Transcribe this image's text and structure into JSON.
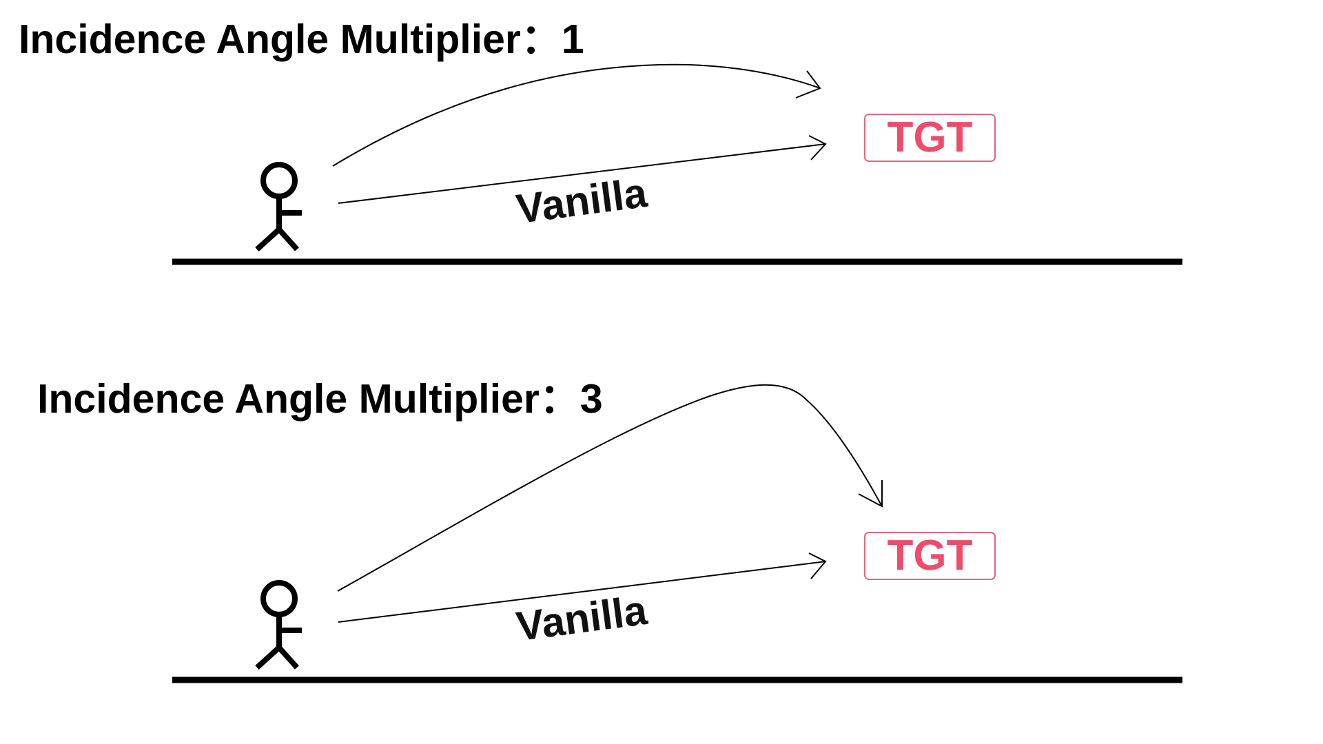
{
  "panels": [
    {
      "title": "Incidence Angle Multiplier：1",
      "target_label": "TGT",
      "path_label": "Vanilla"
    },
    {
      "title": "Incidence Angle Multiplier：3",
      "target_label": "TGT",
      "path_label": "Vanilla"
    }
  ],
  "colors": {
    "target_text": "#ef4b6a",
    "target_border": "#e8647e",
    "lines": "#000000"
  }
}
